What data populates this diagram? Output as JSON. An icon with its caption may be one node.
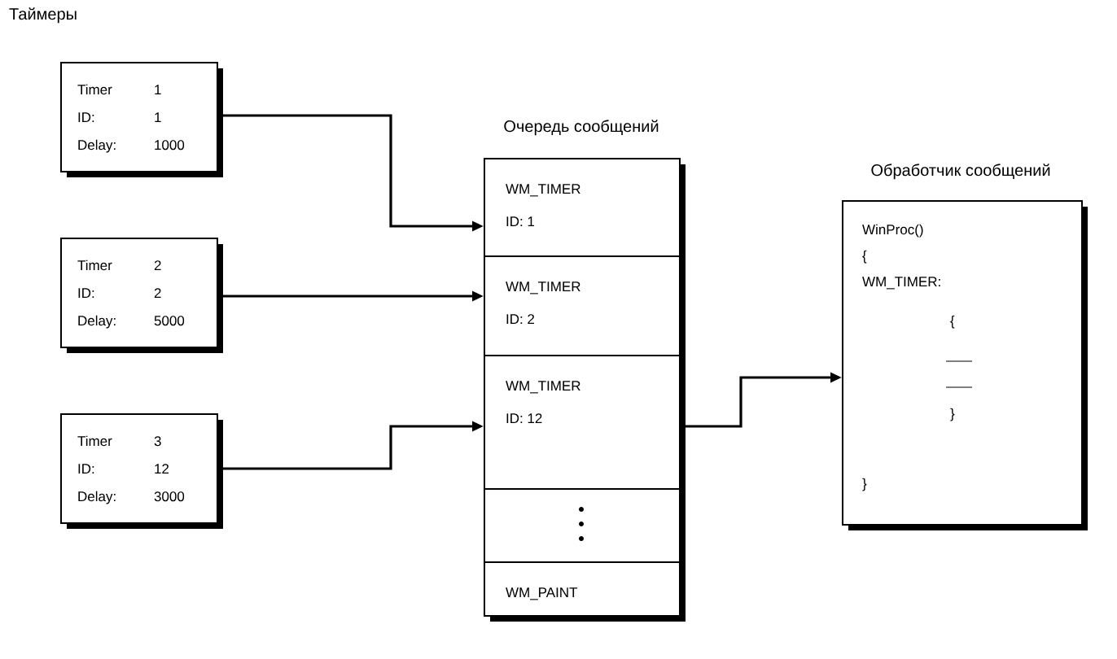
{
  "diagram": {
    "title": "Таймеры",
    "nodes": [
      {
        "text": [
          "Timer",
          "1",
          "ID:",
          "1",
          "Delay:",
          "1000"
        ]
      },
      {
        "text": [
          "Timer",
          "2",
          "ID:",
          "2",
          "Delay:",
          "5000"
        ]
      },
      {
        "text": [
          "Timer",
          "3",
          "ID:",
          "12",
          "Delay:",
          "3000"
        ]
      },
      {
        "text": [
          "Очередь сообщений"
        ]
      },
      {
        "text": [
          "WM_TIMER",
          "ID: 1"
        ],
        "in": 3
      },
      {
        "text": [
          "WM_TIMER",
          "ID: 2"
        ],
        "in": 3
      },
      {
        "text": [
          "WM_TIMER",
          "ID: 12"
        ],
        "in": 3
      },
      {
        "text": [],
        "shape": "box",
        "in": 3
      },
      {
        "text": [
          "WM_PAINT"
        ],
        "in": 3
      },
      {
        "text": [
          "Обработчик сообщений",
          "WinProc()",
          "{",
          "WM_TIMER:",
          "{",
          "}",
          "}"
        ]
      }
    ],
    "edges": [
      {
        "from": 0,
        "to": 4,
        "arrow": "to"
      },
      {
        "from": 1,
        "to": 5,
        "arrow": "to"
      },
      {
        "from": 2,
        "to": 6,
        "arrow": "to"
      },
      {
        "from": 3,
        "to": 9,
        "arrow": "to"
      }
    ]
  }
}
